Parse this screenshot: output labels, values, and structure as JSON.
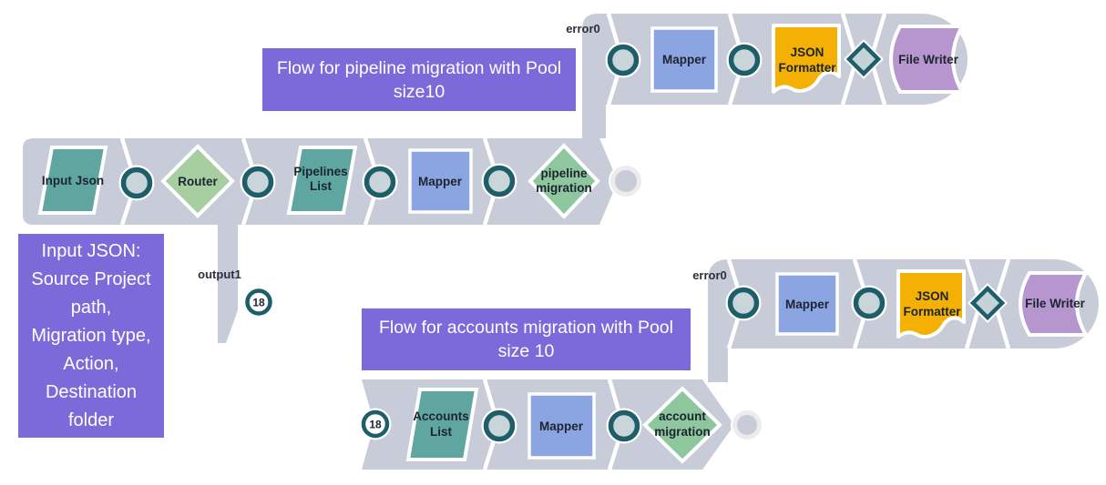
{
  "annotations": {
    "pipeline_flow_title": "Flow for pipeline migration with Pool size10",
    "accounts_flow_title": "Flow for accounts migration with Pool size 10",
    "input_json_note": "Input JSON:\nSource Project\npath,\nMigration type,\nAction,\nDestination\nfolder"
  },
  "pipeline_flow": {
    "nodes": {
      "input_json": {
        "label": "Input Json"
      },
      "router": {
        "label": "Router"
      },
      "pipelines_list": {
        "line1": "Pipelines",
        "line2": "List"
      },
      "mapper": {
        "label": "Mapper"
      },
      "pipeline_migration": {
        "line1": "pipeline",
        "line2": "migration"
      }
    },
    "router_output": {
      "label": "output1",
      "count": "18"
    },
    "error_branch": {
      "label": "error0",
      "mapper": {
        "label": "Mapper"
      },
      "json_formatter": {
        "line1": "JSON",
        "line2": "Formatter"
      },
      "file_writer": {
        "label": "File Writer"
      }
    }
  },
  "accounts_flow": {
    "input_count": "18",
    "nodes": {
      "accounts_list": {
        "line1": "Accounts",
        "line2": "List"
      },
      "mapper": {
        "label": "Mapper"
      },
      "account_migration": {
        "line1": "account",
        "line2": "migration"
      }
    },
    "error_branch": {
      "label": "error0",
      "mapper": {
        "label": "Mapper"
      },
      "json_formatter": {
        "line1": "JSON",
        "line2": "Formatter"
      },
      "file_writer": {
        "label": "File Writer"
      }
    }
  },
  "colors": {
    "band_gray": "#C7CCD8",
    "annotation_purple": "#7C6ADB",
    "teal_shape": "#5FA6A0",
    "router_green": "#A6CEA1",
    "migration_green": "#8EC79D",
    "mapper_blue": "#8BA5E2",
    "formatter_yellow": "#F4B104",
    "writer_lavender": "#B795CE",
    "port_ring_teal": "#1D5E69",
    "port_fill": "#C9D5D9",
    "open_port_ring": "#ECECEC"
  }
}
